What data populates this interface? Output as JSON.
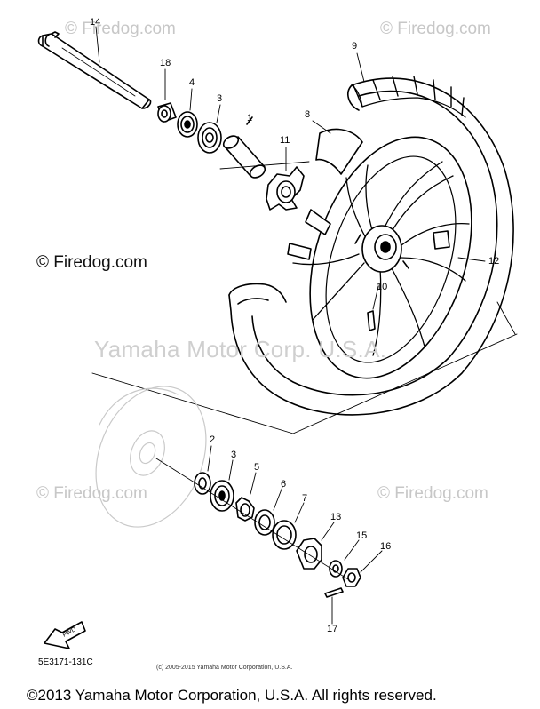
{
  "watermarks": {
    "top_left": "© Firedog.com",
    "top_right": "© Firedog.com",
    "mid_left": "© Firedog.com",
    "center": "Yamaha Motor Corp. U.S.A.",
    "lower_left": "© Firedog.com",
    "lower_right": "© Firedog.com"
  },
  "callouts": {
    "c14": "14",
    "c18": "18",
    "c4": "4",
    "c3a": "3",
    "c1": "1",
    "c9": "9",
    "c8": "8",
    "c11": "11",
    "c12": "12",
    "c10": "10",
    "c2": "2",
    "c3b": "3",
    "c5": "5",
    "c6": "6",
    "c7": "7",
    "c13": "13",
    "c15": "15",
    "c16": "16",
    "c17": "17"
  },
  "diagram_code": "5E3171-131C",
  "arrow_label": "FWD",
  "small_copyright": "(c) 2005-2015 Yamaha Motor Corporation, U.S.A.",
  "footer": "©2013 Yamaha Motor Corporation, U.S.A. All rights reserved."
}
